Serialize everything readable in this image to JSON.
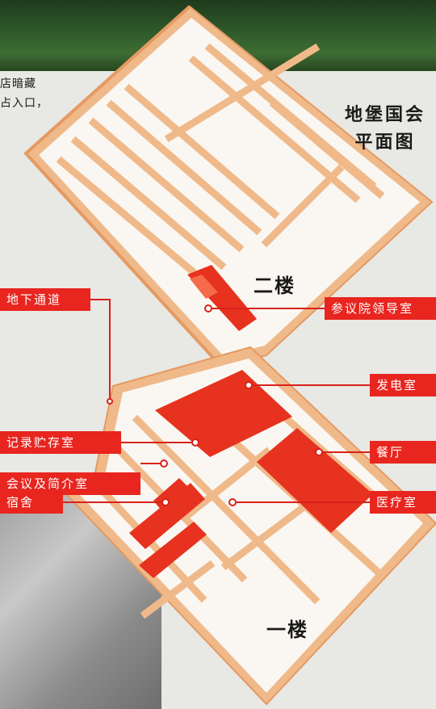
{
  "intro_lines": [
    "店暗藏",
    "占入口，"
  ],
  "title_lines": [
    "地堡国会",
    "平面图"
  ],
  "floors": {
    "upper": "二楼",
    "lower": "一楼"
  },
  "labels": [
    {
      "text": "地下通道"
    },
    {
      "text": "参议院领导室"
    },
    {
      "text": "发电室"
    },
    {
      "text": "记录贮存室"
    },
    {
      "text": "餐厅"
    },
    {
      "text": "会议及简介室"
    },
    {
      "text": "宿舍"
    },
    {
      "text": "医疗室"
    }
  ],
  "colors": {
    "label_bg": "#e8251f",
    "room_red": "#e6321f",
    "wall": "#f0b98a",
    "floor": "#faf7f2",
    "leader": "#d8221a"
  }
}
